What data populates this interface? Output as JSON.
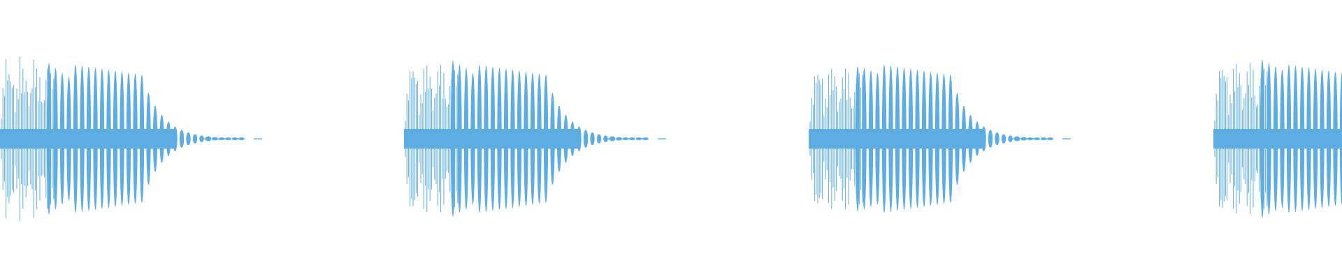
{
  "waveform": {
    "color": "#5DADE2",
    "background": "#FFFFFF",
    "bursts": [
      {
        "attack": [
          0.45,
          0.62,
          0.78,
          1.0,
          0.92,
          0.86,
          0.8,
          0.75,
          0.7
        ]
      },
      {
        "attack": [
          0.4,
          0.55,
          0.7,
          0.85,
          0.95,
          0.9,
          0.86,
          0.8,
          0.75
        ]
      },
      {
        "attack": [
          0.38,
          0.5,
          0.62,
          0.78,
          0.88,
          0.86,
          0.83,
          0.8,
          0.78
        ]
      },
      {
        "attack": [
          0.4,
          0.55,
          0.7,
          0.85,
          0.96,
          0.92,
          0.88,
          0.84,
          0.8
        ]
      }
    ]
  }
}
